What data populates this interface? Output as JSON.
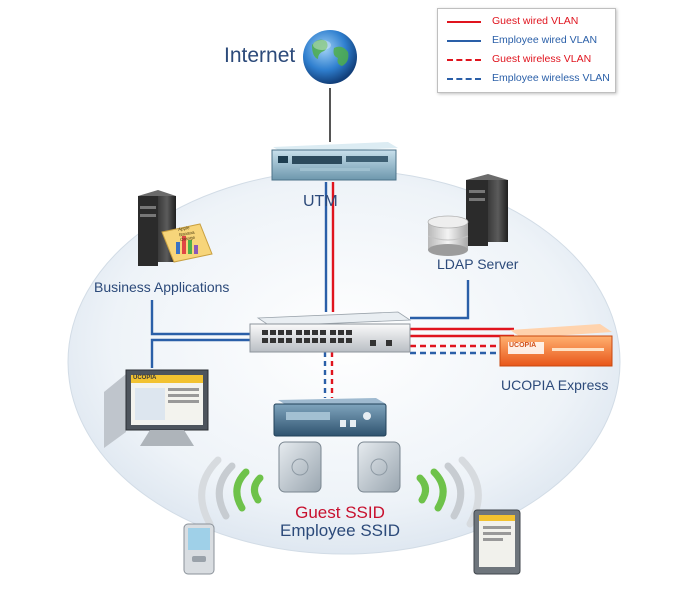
{
  "colors": {
    "guest": "#e0141e",
    "employee": "#2a5fa8",
    "label_blue": "#2c4a7a",
    "label_red": "#c8102e"
  },
  "legend": {
    "items": [
      {
        "label": "Guest wired VLAN",
        "color": "#e0141e",
        "style": "solid"
      },
      {
        "label": "Employee wired VLAN",
        "color": "#2a5fa8",
        "style": "solid"
      },
      {
        "label": "Guest wireless VLAN",
        "color": "#e0141e",
        "style": "dashed"
      },
      {
        "label": "Employee wireless VLAN",
        "color": "#2a5fa8",
        "style": "dashed"
      }
    ]
  },
  "nodes": {
    "internet": "Internet",
    "utm": "UTM",
    "business_apps": "Business Applications",
    "ldap": "LDAP Server",
    "ucopia": "UCOPIA Express",
    "guest_ssid": "Guest SSID",
    "employee_ssid": "Employee SSID"
  },
  "device_text": {
    "ucopia_logo": "UCOPIA",
    "monitor_logo": "UCOPIA",
    "note": [
      "Apple",
      "Banana",
      "Orange"
    ]
  },
  "icons": [
    "globe-icon",
    "utm-appliance-icon",
    "network-switch-icon",
    "router-icon",
    "server-tower-icon",
    "database-icon",
    "ucopia-appliance-icon",
    "access-point-icon",
    "wifi-signal-icon",
    "monitor-icon",
    "pda-icon",
    "tablet-icon"
  ]
}
